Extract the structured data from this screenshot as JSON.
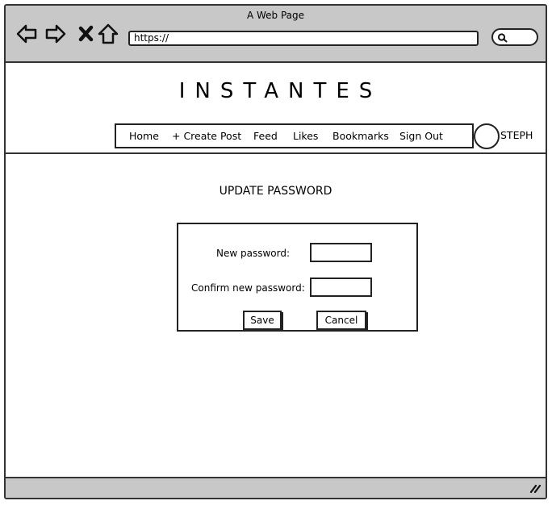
{
  "browser": {
    "title": "A Web Page",
    "url": "https://"
  },
  "site": {
    "brand": "INSTANTES",
    "nav": [
      "Home",
      "+ Create Post",
      "Feed",
      "Likes",
      "Bookmarks",
      "Sign Out"
    ],
    "user_name": "STEPH"
  },
  "page": {
    "heading": "UPDATE PASSWORD",
    "form": {
      "new_password_label": "New password:",
      "new_password_value": "",
      "confirm_password_label": "Confirm new password:",
      "confirm_password_value": "",
      "save_label": "Save",
      "cancel_label": "Cancel"
    }
  }
}
